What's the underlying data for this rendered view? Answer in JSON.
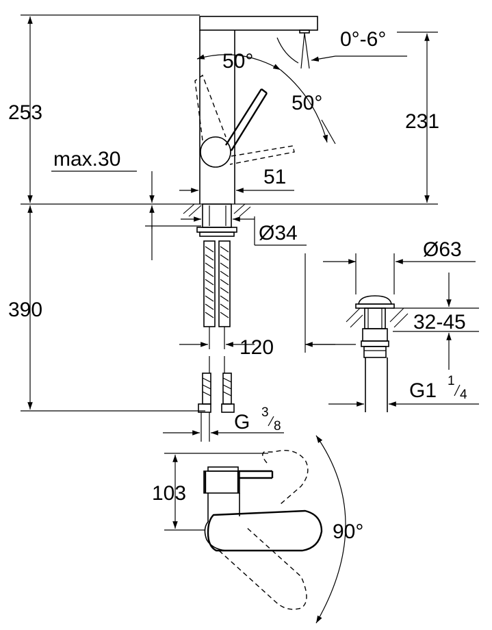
{
  "dimensions": {
    "total_height_top": "253",
    "spout_height": "231",
    "tilt_angle": "0°-6°",
    "lever_angle_left": "50°",
    "lever_angle_right": "50°",
    "max_thickness": "max.30",
    "base_width": "51",
    "hole_diameter": "Ø34",
    "hose_length": "390",
    "distance": "120",
    "waste_diameter": "Ø63",
    "deck_range": "32-45",
    "connection_main": "G",
    "connection_sup": "3",
    "connection_sub": "8",
    "waste_thread_main": "G1",
    "waste_thread_sup": "1",
    "waste_thread_sub": "4",
    "side_height": "103",
    "rotation_angle": "90°"
  }
}
